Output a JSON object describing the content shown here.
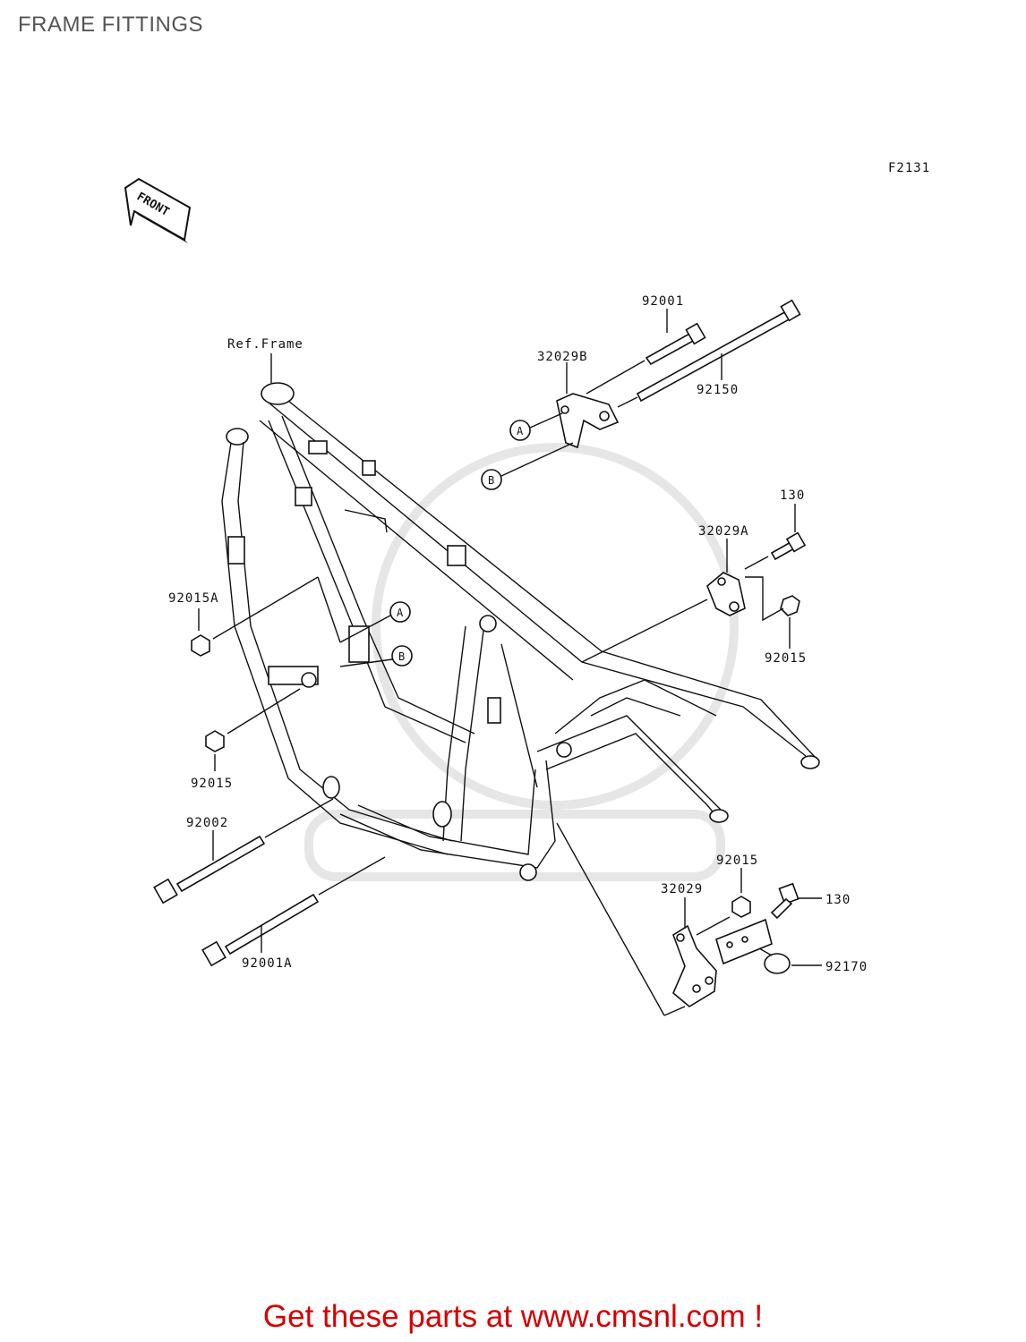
{
  "title": "FRAME FITTINGS",
  "figure_code": "F2131",
  "front_arrow": "FRONT",
  "ref_frame": "Ref.Frame",
  "circle_labels": {
    "a": "A",
    "b": "B"
  },
  "parts": {
    "p92001": "92001",
    "p32029B": "32029B",
    "p92150": "92150",
    "p130_top": "130",
    "p32029A": "32029A",
    "p92015_right": "92015",
    "p92015A": "92015A",
    "p92015_left": "92015",
    "p92002": "92002",
    "p92001A": "92001A",
    "p92015_bottom": "92015",
    "p32029": "32029",
    "p130_bottom": "130",
    "p92170": "92170"
  },
  "footer": "Get these parts at www.cmsnl.com !",
  "colors": {
    "footer": "#d40000",
    "title": "#555555",
    "line": "#111111"
  }
}
